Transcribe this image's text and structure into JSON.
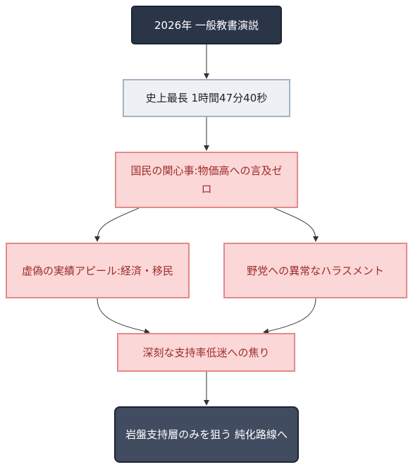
{
  "nodes": {
    "n1": "2026年 一般教書演説",
    "n2": "史上最長 1時間47分40秒",
    "n3": "国民の関心事:物価高への言及ゼロ",
    "n4": "虚偽の実績アピール:経済・移民",
    "n5": "野党への異常なハラスメント",
    "n6": "深刻な支持率低迷への焦り",
    "n7": "岩盤支持層のみを狙う 純化路線へ"
  },
  "colors": {
    "dark_fill": "#2b3548",
    "light_fill": "#edf1f5",
    "red_fill": "#fcd7d7",
    "red_text": "#9c2b2b",
    "edge": "#333333"
  }
}
